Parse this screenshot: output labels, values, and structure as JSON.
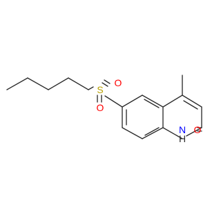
{
  "molecule": {
    "atoms": {
      "s": "S",
      "o_top": "O",
      "o_bottom": "O",
      "o_carbonyl": "O",
      "n": "N",
      "h": "H"
    },
    "colors": {
      "bond": "#2b2b2b",
      "sulfur": "#b8a000",
      "oxygen": "#ff0000",
      "nitrogen": "#0000ff",
      "hydrogen": "#2b2b2b"
    }
  }
}
